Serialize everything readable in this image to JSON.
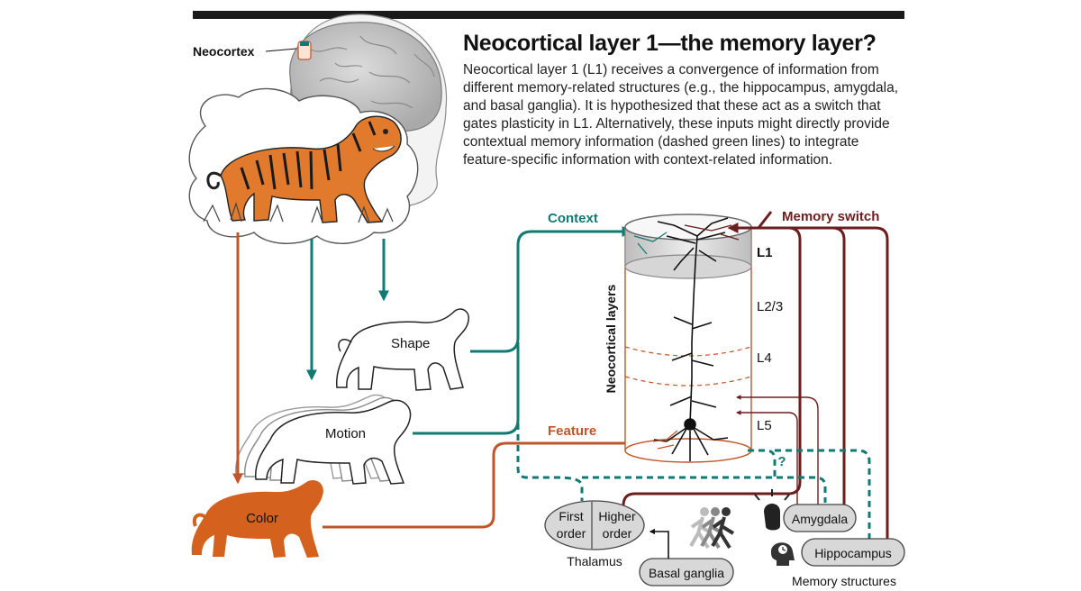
{
  "header": {
    "title": "Neocortical layer 1—the memory layer?",
    "body_lines": [
      "Neocortical layer 1 (L1) receives a convergence of information from",
      "different memory-related structures (e.g., the hippocampus, amygdala,",
      "and basal ganglia). It is hypothesized that these act as a switch that",
      "gates plasticity in L1. Alternatively, these inputs might directly provide",
      "contextual memory information (dashed green lines) to integrate",
      "feature-specific information with context-related information."
    ]
  },
  "labels": {
    "neocortex": "Neocortex",
    "shape": "Shape",
    "motion": "Motion",
    "color": "Color",
    "context": "Context",
    "feature": "Feature",
    "memory_switch": "Memory switch",
    "neocortical_layers": "Neocortical layers",
    "l1": "L1",
    "l23": "L2/3",
    "l4": "L4",
    "l5": "L5",
    "question": "?",
    "thalamus_first": [
      "First",
      "order"
    ],
    "thalamus_higher": [
      "Higher",
      "order"
    ],
    "thalamus": "Thalamus",
    "basal_ganglia": "Basal ganglia",
    "amygdala": "Amygdala",
    "hippocampus": "Hippocampus",
    "memory_structures": "Memory structures"
  },
  "colors": {
    "context_teal": "#117a72",
    "feature_orange": "#c0552a",
    "memory_darkred": "#6b1e1e",
    "tiger_orange": "#d4621e",
    "node_gray": "#d8d8d8"
  }
}
